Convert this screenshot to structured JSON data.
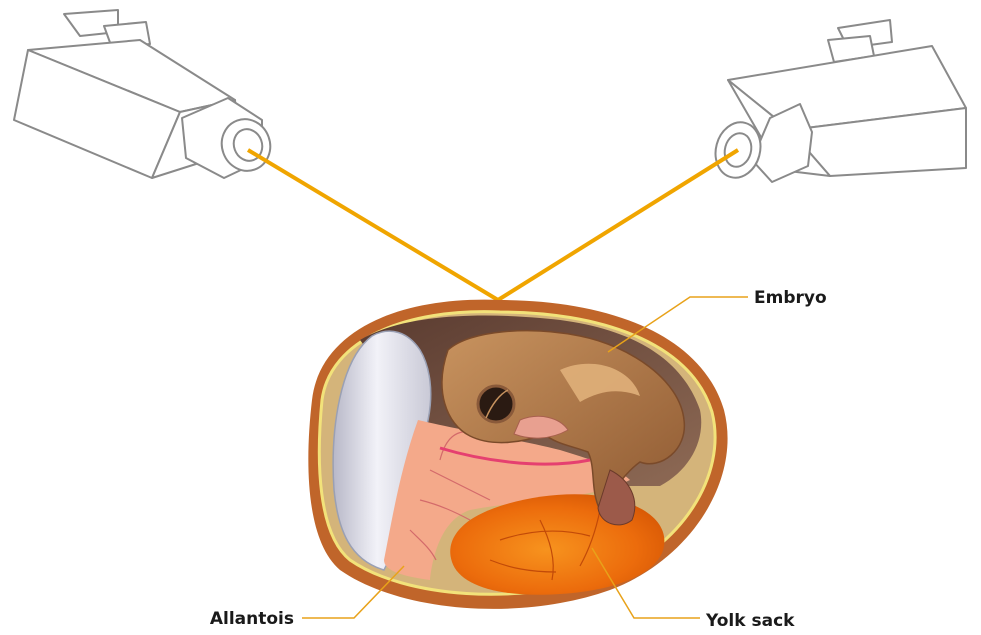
{
  "labels": {
    "embryo": "Embryo",
    "allantois": "Allantois",
    "yolk_sack": "Yolk sack"
  },
  "colors": {
    "beam": "#f0a500",
    "leader": "#e8a21a",
    "camera_stroke": "#8a8a8a",
    "shell": "#c0652a",
    "membrane": "#f2e27a",
    "yolk": "#ef7a10",
    "allantois": "#f4a98a",
    "embryo": "#b98456",
    "air_cell": "#dcdce6"
  }
}
